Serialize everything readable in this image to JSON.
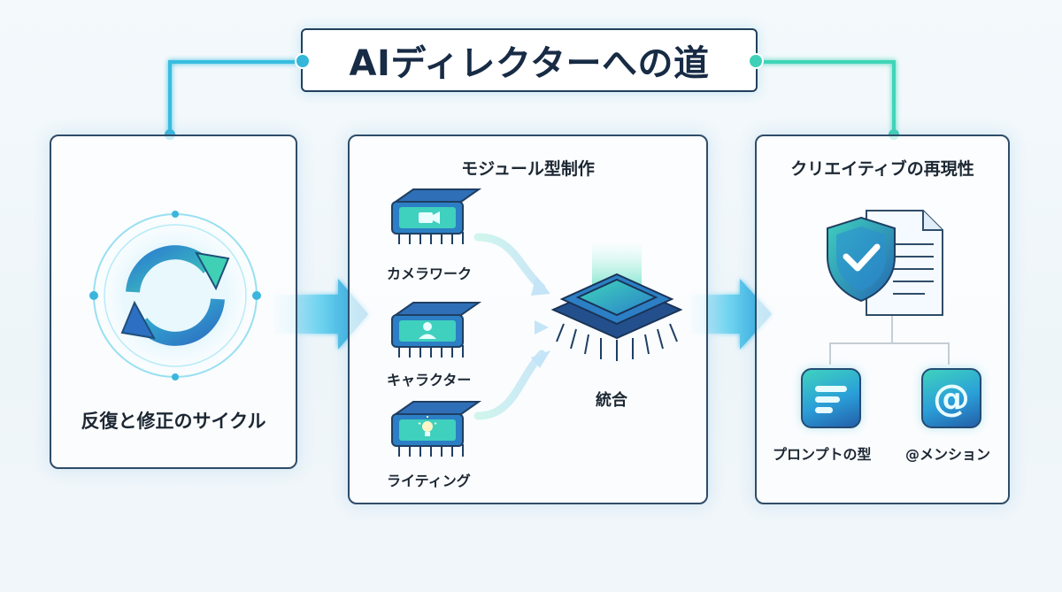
{
  "title": "AIディレクターへの道",
  "panels": {
    "left": {
      "label": "反復と修正のサイクル",
      "icon": "refresh-cycle-icon"
    },
    "middle": {
      "heading": "モジュール型制作",
      "modules": [
        {
          "label": "カメラワーク",
          "icon": "video-camera-icon"
        },
        {
          "label": "キャラクター",
          "icon": "person-icon"
        },
        {
          "label": "ライティング",
          "icon": "light-bulb-icon"
        }
      ],
      "integration_label": "統合"
    },
    "right": {
      "heading": "クリエイティブの再現性",
      "icon": "shield-check-document-icon",
      "items": [
        {
          "label": "プロンプトの型",
          "icon": "text-lines-icon"
        },
        {
          "label": "@メンション",
          "icon": "at-sign-icon",
          "glyph": "@"
        }
      ]
    }
  },
  "colors": {
    "navy": "#22405c",
    "accent_teal": "#3fd1b7",
    "accent_blue": "#2a9ed8",
    "deep_blue": "#235fa9",
    "text": "#1c2733"
  }
}
